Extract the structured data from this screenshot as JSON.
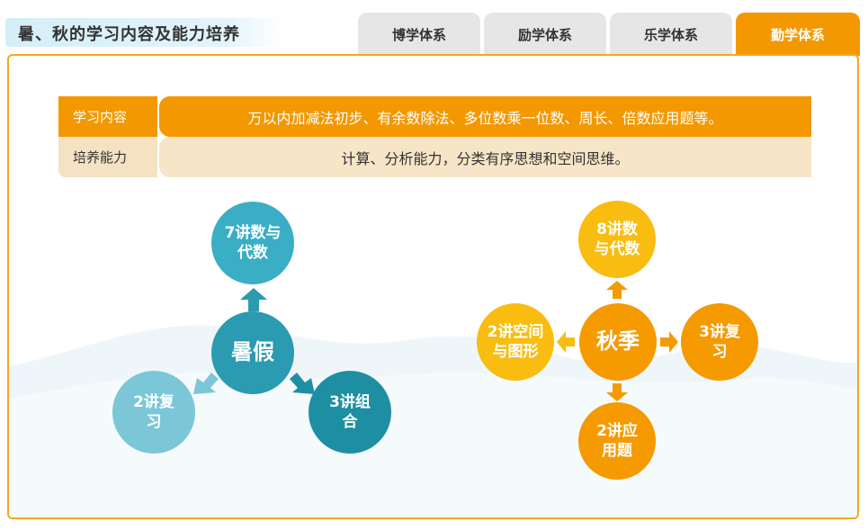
{
  "page_title": "暑、秋的学习内容及能力培养",
  "tabs": [
    {
      "label": "博学体系",
      "active": false
    },
    {
      "label": "励学体系",
      "active": false
    },
    {
      "label": "乐学体系",
      "active": false
    },
    {
      "label": "勤学体系",
      "active": true
    }
  ],
  "table": {
    "rows": [
      {
        "label": "学习内容",
        "value": "万以内加减法初步、有余数除法、多位数乘一位数、周长、倍数应用题等。"
      },
      {
        "label": "培养能力",
        "value": "计算、分析能力，分类有序思想和空间思维。"
      }
    ]
  },
  "summer": {
    "center": "暑假",
    "top": "7讲数与代数",
    "left": "2讲复习",
    "right": "3讲组合"
  },
  "autumn": {
    "center": "秋季",
    "top": "8讲数与代数",
    "left": "2讲空间与图形",
    "right": "3讲复习",
    "bottom": "2讲应用题"
  },
  "colors": {
    "accent": "#f39800",
    "tab_inactive": "#e6e6e6",
    "summer_blue": "#2a9bb0",
    "autumn_orange": "#f59a00",
    "autumn_yellow": "#f8bd10"
  }
}
